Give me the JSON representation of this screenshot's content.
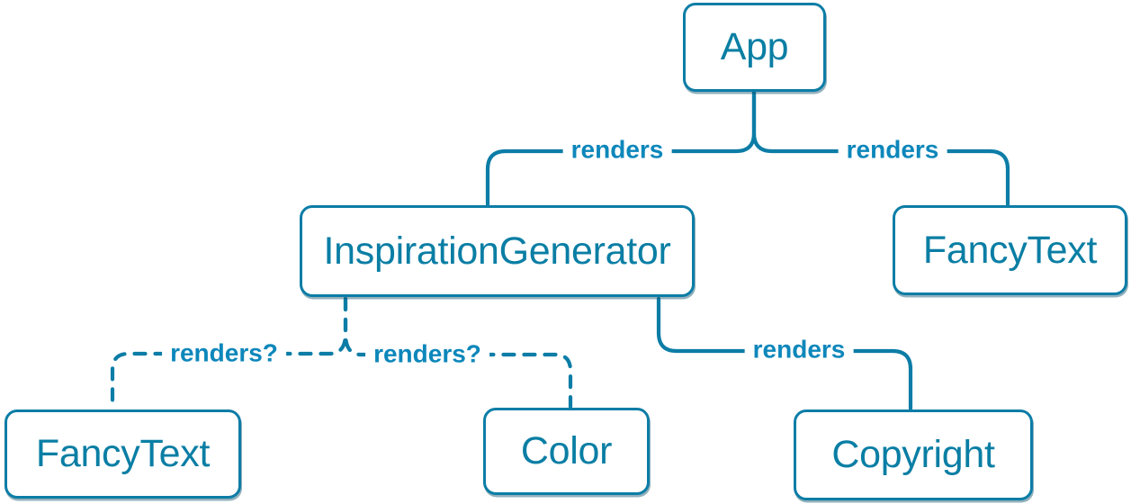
{
  "diagram": {
    "title": "react-conditional-render-tree",
    "background_color": "#ffffff",
    "accent_color": "#0c7da6",
    "node_text_color": "#0a7ea4",
    "edge_label_color": "#0d87bb",
    "nodes": {
      "app": {
        "label": "App"
      },
      "inspiration_generator": {
        "label": "InspirationGenerator"
      },
      "fancy_text_top": {
        "label": "FancyText"
      },
      "fancy_text_bottom": {
        "label": "FancyText"
      },
      "color": {
        "label": "Color"
      },
      "copyright": {
        "label": "Copyright"
      }
    },
    "edges": {
      "app_to_inspiration_generator": {
        "label": "renders",
        "style": "solid"
      },
      "app_to_fancy_text": {
        "label": "renders",
        "style": "solid"
      },
      "inspiration_generator_to_fancy_text": {
        "label": "renders?",
        "style": "dashed"
      },
      "inspiration_generator_to_color": {
        "label": "renders?",
        "style": "dashed"
      },
      "inspiration_generator_to_copyright": {
        "label": "renders",
        "style": "solid"
      }
    }
  }
}
